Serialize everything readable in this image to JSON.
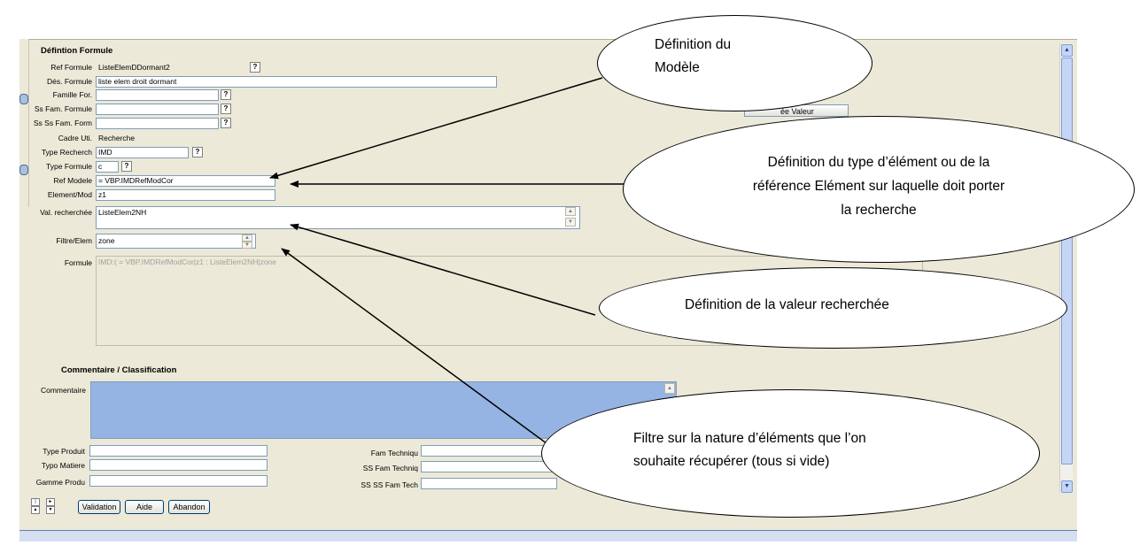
{
  "form": {
    "section_title": "Défintion Formule",
    "ref_formule": {
      "label": "Ref Formule",
      "value": "ListeElemDDormant2"
    },
    "des_formule": {
      "label": "Dés. Formule",
      "value": "liste elem droit dormant"
    },
    "famille_for": {
      "label": "Famille For.",
      "value": ""
    },
    "ss_fam_formule": {
      "label": "Ss Fam. Formule",
      "value": ""
    },
    "ss_ss_fam_form": {
      "label": "Ss Ss Fam. Form",
      "value": ""
    },
    "cadre_uti": {
      "label": "Cadre Uti.",
      "value": "Recherche"
    },
    "type_recherch": {
      "label": "Type Recherch",
      "value": "IMD"
    },
    "type_formule": {
      "label": "Type Formule",
      "value": "c"
    },
    "ref_modele": {
      "label": "Ref Modele",
      "value": "= VBP.IMDRefModCor"
    },
    "element_mod": {
      "label": "Element/Mod",
      "value": "z1"
    },
    "val_recherchee": {
      "label": "Val. recherchée",
      "value": "ListeElem2NH"
    },
    "filtre_elem": {
      "label": "Filtre/Elem",
      "value": "zone"
    },
    "formule": {
      "label": "Formule",
      "value": "IMD:( = VBP.IMDRefModCor|z1 : ListeElem2NH|zone"
    },
    "help_mark": "?",
    "partial_button": "ée Valeur"
  },
  "comment": {
    "section_title": "Commentaire / Classification",
    "label": "Commentaire",
    "type_produit": "Type Produit",
    "typo_matiere": "Typo Matiere",
    "gamme_produit": "Gamme Produ",
    "fam_technique": "Fam Techniqu",
    "ss_fam_techniq": "SS Fam Techniq",
    "ss_ss_fam_tech": "SS SS Fam Tech"
  },
  "buttons": {
    "validation": "Validation",
    "aide": "Aide",
    "abandon": "Abandon"
  },
  "callouts": {
    "modele": "Définition du\nModèle",
    "type_element": "Définition du type d’élément ou de la\nréférence Elément sur laquelle doit porter\nla recherche",
    "valeur": "Définition de la valeur recherchée",
    "filtre": "Filtre sur la nature d’éléments que l’on\nsouhaite récupérer (tous si vide)"
  }
}
